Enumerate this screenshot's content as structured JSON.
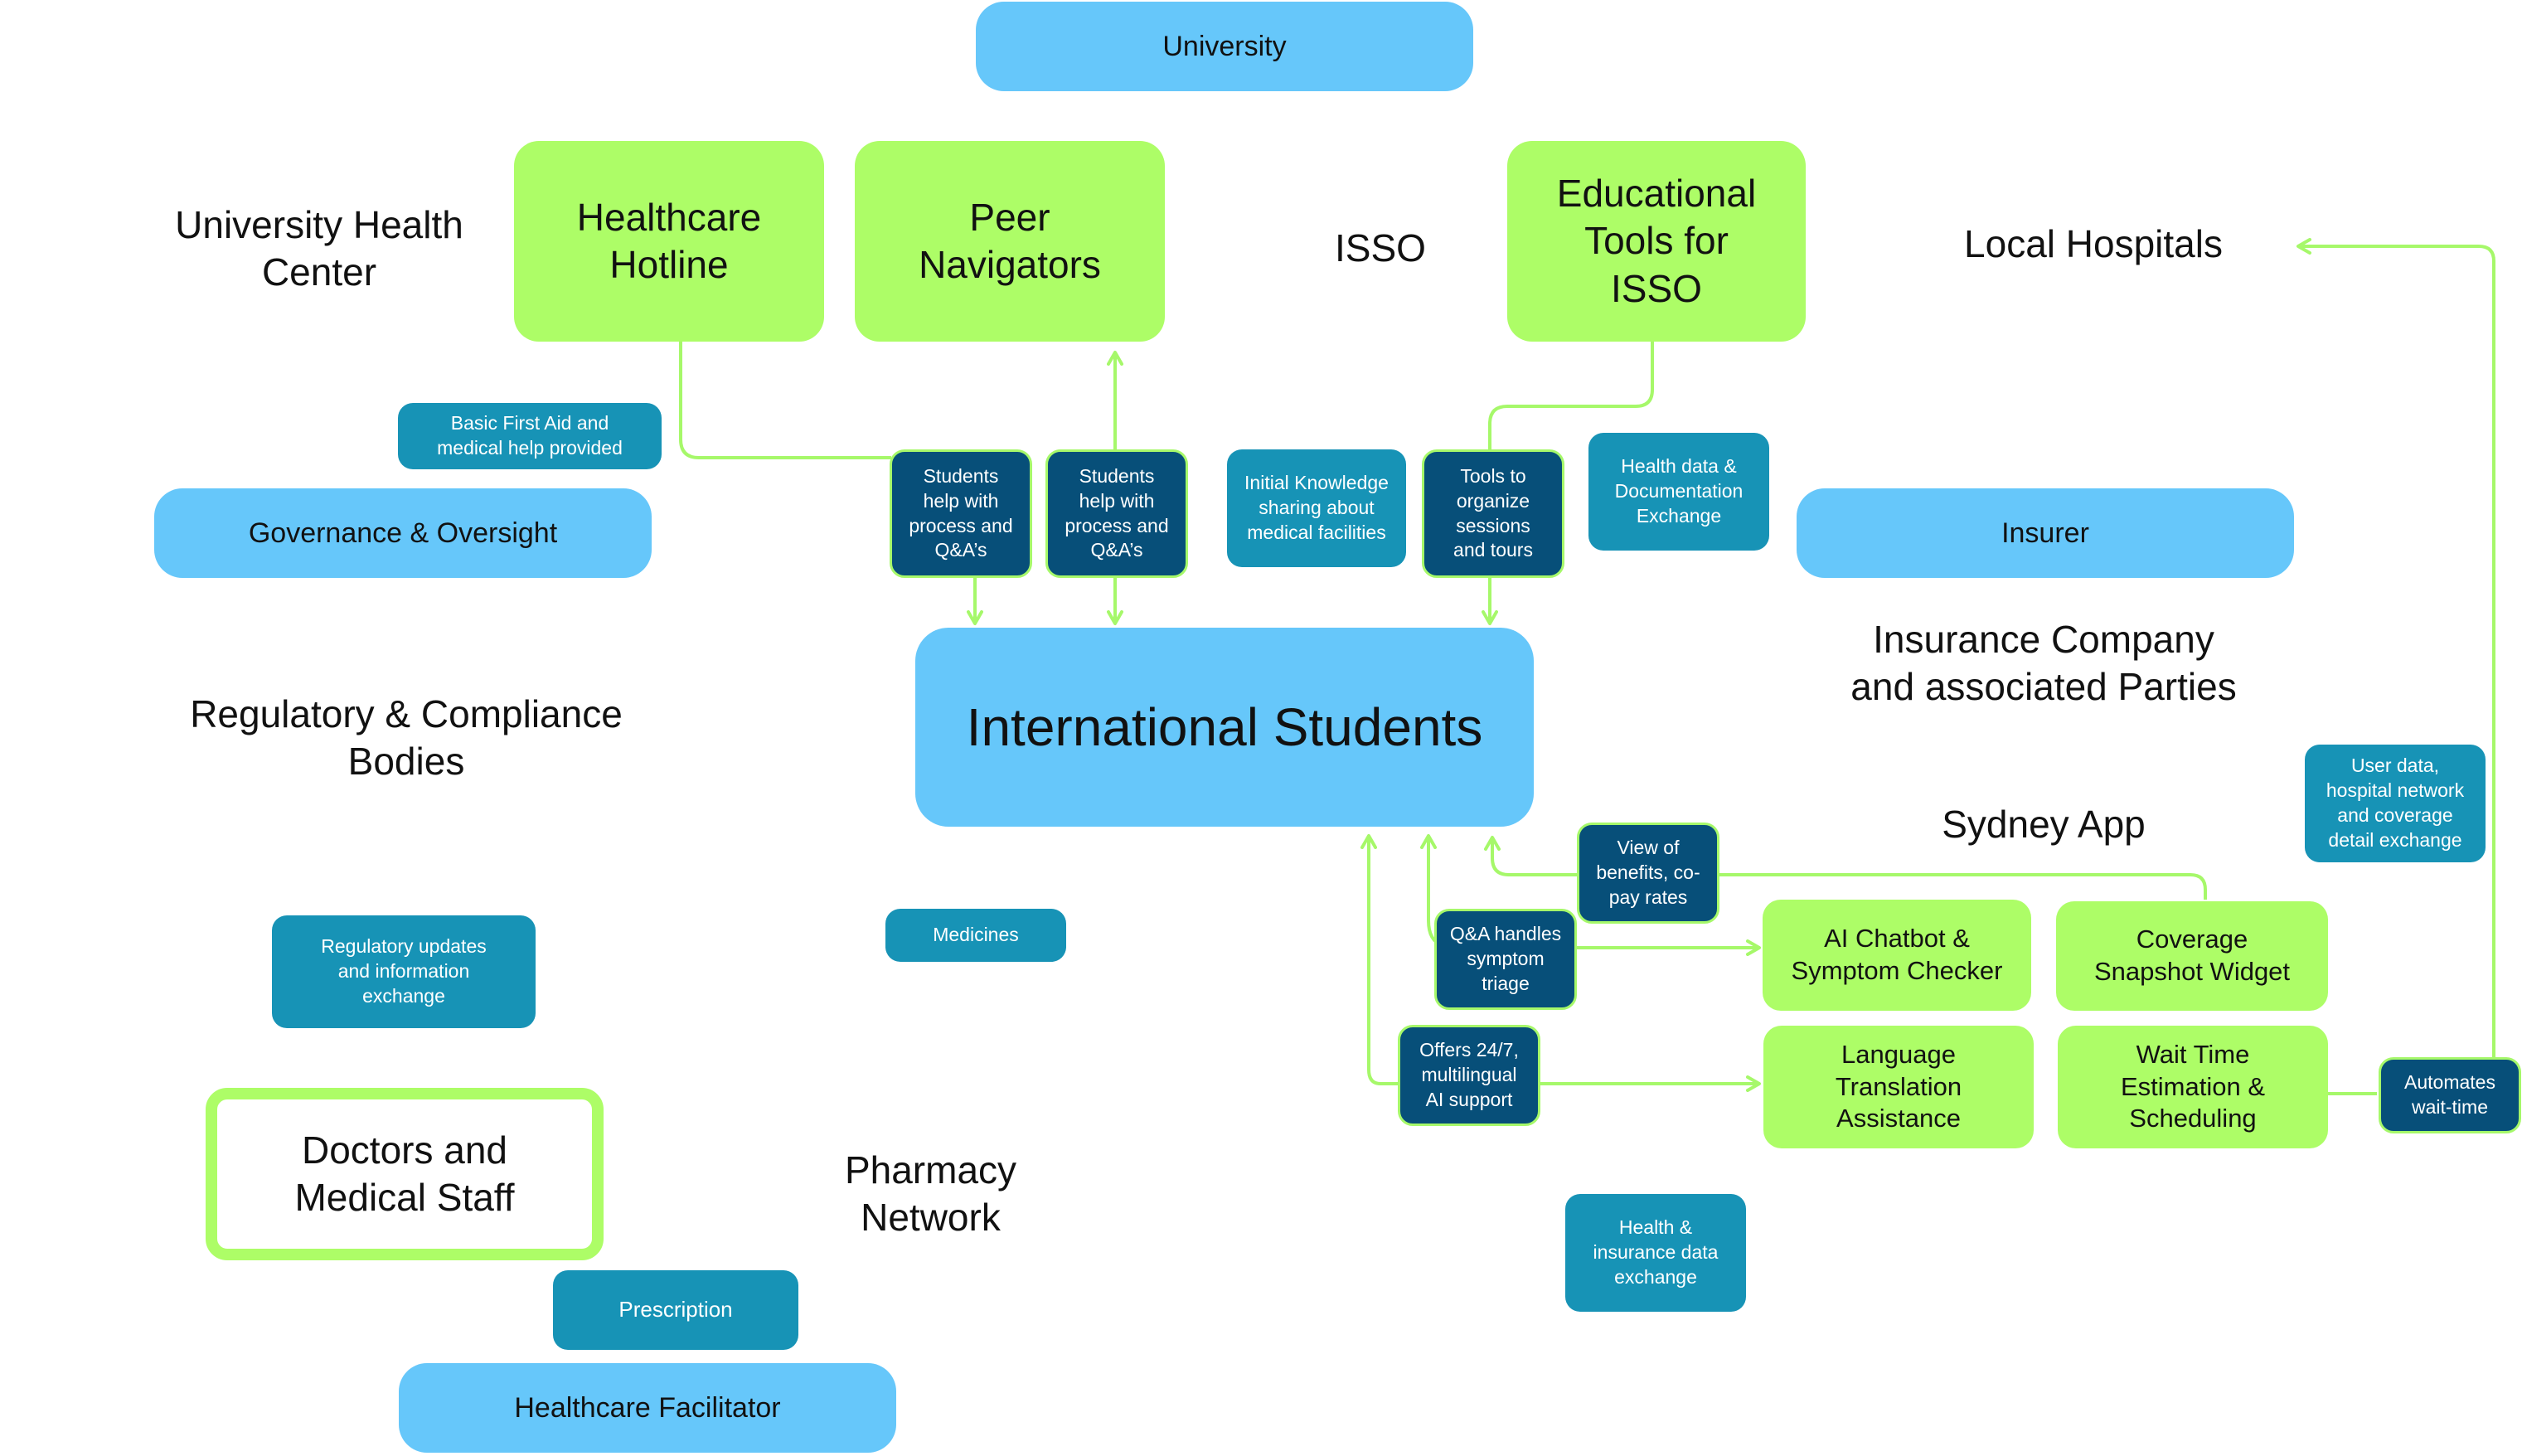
{
  "colors": {
    "stakeholder_blue": "#66c7fa",
    "feature_green": "#adfd67",
    "exchange_teal": "#1793b6",
    "flow_navy": "#074f79",
    "connector_green": "#a6f86a"
  },
  "stakeholders": {
    "university": "University",
    "governance": "Governance & Oversight",
    "insurer": "Insurer",
    "healthcare_facilitator": "Healthcare Facilitator",
    "international_students": "International Students"
  },
  "entities": {
    "university_health_center": "University Health\nCenter",
    "isso": "ISSO",
    "local_hospitals": "Local Hospitals",
    "insurance_company": "Insurance Company\nand associated Parties",
    "regulatory_bodies": "Regulatory & Compliance\nBodies",
    "sydney_app": "Sydney App",
    "pharmacy_network": "Pharmacy\nNetwork",
    "doctors_staff": "Doctors and\nMedical Staff"
  },
  "services": {
    "healthcare_hotline": "Healthcare\nHotline",
    "peer_navigators": "Peer\nNavigators",
    "educational_tools": "Educational\nTools for\nISSO"
  },
  "app_features": {
    "ai_chatbot": "AI Chatbot &\nSymptom Checker",
    "coverage_widget": "Coverage\nSnapshot Widget",
    "language_translation": "Language\nTranslation\nAssistance",
    "wait_time": "Wait Time\nEstimation &\nScheduling"
  },
  "exchanges": {
    "first_aid": "Basic First Aid and\nmedical help provided",
    "initial_knowledge": "Initial Knowledge\nsharing about\nmedical facilities",
    "health_documentation": "Health data &\nDocumentation\nExchange",
    "user_data": "User data,\nhospital network\nand coverage\ndetail exchange",
    "regulatory_updates": "Regulatory updates\nand information\nexchange",
    "medicines": "Medicines",
    "prescription": "Prescription",
    "health_insurance_data": "Health &\ninsurance data\nexchange"
  },
  "flows": {
    "students_help_1": "Students\nhelp with\nprocess and\nQ&A’s",
    "students_help_2": "Students\nhelp with\nprocess and\nQ&A’s",
    "tools_organize": "Tools to\norganize\nsessions\nand tours",
    "view_benefits": "View of\nbenefits, co-\npay rates",
    "qa_triage": "Q&A handles\nsymptom\ntriage",
    "offers_support": "Offers 24/7,\nmultilingual\nAI support",
    "automates_wait": "Automates\nwait-time"
  }
}
